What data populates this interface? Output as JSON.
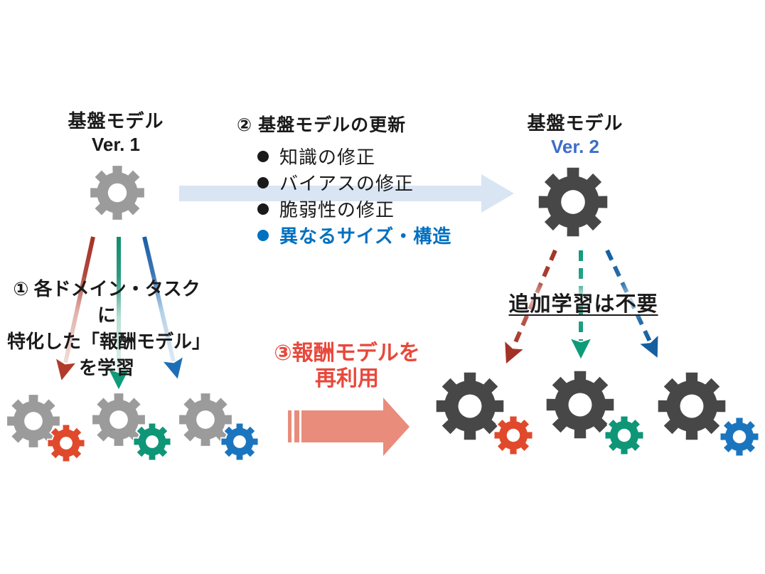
{
  "colors": {
    "gray_gear": "#9B9B9B",
    "dark_gear": "#474747",
    "red_gear": "#E0492B",
    "green_gear": "#0E9677",
    "blue_gear": "#1B75BE",
    "ver2_blue": "#3E6DC9",
    "highlight_blue": "#0070C0",
    "step3_red": "#E8483B",
    "reuse_arrow_salmon": "#E98C7B",
    "update_arrow_pale_blue": "#D9E5F3",
    "train_arrow_red": "#A33226",
    "train_arrow_green": "#0F9B7A",
    "train_arrow_blue": "#1B64AC"
  },
  "left_model": {
    "title": "基盤モデル",
    "version": "Ver. 1"
  },
  "update_section": {
    "heading": "② 基盤モデルの更新",
    "bullets": [
      {
        "label": "知識の修正"
      },
      {
        "label": "バイアスの修正"
      },
      {
        "label": "脆弱性の修正"
      },
      {
        "label": "異なるサイズ・構造"
      }
    ]
  },
  "right_model": {
    "title": "基盤モデル",
    "version": "Ver. 2"
  },
  "step1": {
    "line1": "① 各ドメイン・タスクに",
    "line2": "特化した「報酬モデル」",
    "line3": "を学習"
  },
  "step3": {
    "line1": "③報酬モデルを",
    "line2": "再利用"
  },
  "right_note": {
    "label": "追加学習は不要"
  }
}
